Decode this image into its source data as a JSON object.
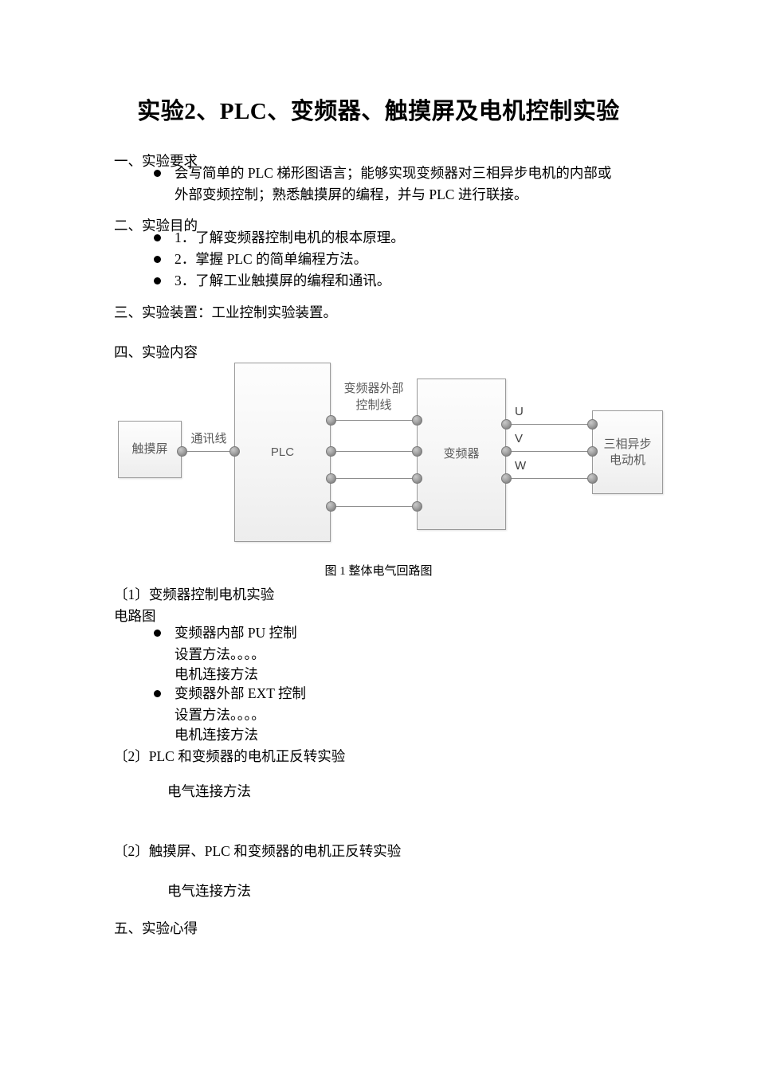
{
  "document": {
    "title": "实验2、PLC、变频器、触摸屏及电机控制实验"
  },
  "sections": {
    "s1": {
      "heading": "一、实验要求",
      "bullets": [
        {
          "line1": "会写简单的 PLC 梯形图语言；能够实现变频器对三相异步电机的内部或",
          "line2": "外部变频控制；熟悉触摸屏的编程，并与 PLC 进行联接。"
        }
      ]
    },
    "s2": {
      "heading": "二、实验目的",
      "bullets": [
        "1．了解变频器控制电机的根本原理。",
        "2．掌握 PLC 的简单编程方法。",
        "3．了解工业触摸屏的编程和通讯。"
      ]
    },
    "s3": {
      "heading": "三、实验装置：工业控制实验装置。"
    },
    "s4": {
      "heading": "四、实验内容",
      "figure_caption": "图 1 整体电气回路图",
      "item1": {
        "title": "〔1〕变频器控制电机实验",
        "subtitle": "电路图",
        "bullets": [
          {
            "line1": "变频器内部 PU 控制",
            "line2": "设置方法。。。。",
            "line3": "电机连接方法"
          },
          {
            "line1": "变频器外部 EXT 控制",
            "line2": "设置方法。。。。",
            "line3": "电机连接方法"
          }
        ]
      },
      "item2": {
        "title": "〔2〕PLC 和变频器的电机正反转实验",
        "body": "电气连接方法"
      },
      "item3": {
        "title": "〔2〕触摸屏、PLC 和变频器的电机正反转实验",
        "body": "电气连接方法"
      }
    },
    "s5": {
      "heading": "五、实验心得"
    }
  },
  "diagram": {
    "blocks": {
      "hmi": "触摸屏",
      "plc": "PLC",
      "inverter": "变频器",
      "motor_line1": "三相异步",
      "motor_line2": "电动机"
    },
    "labels": {
      "comm_line": "通讯线",
      "ext_ctrl_line1": "变频器外部",
      "ext_ctrl_line2": "控制线",
      "phase_u": "U",
      "phase_v": "V",
      "phase_w": "W"
    }
  }
}
